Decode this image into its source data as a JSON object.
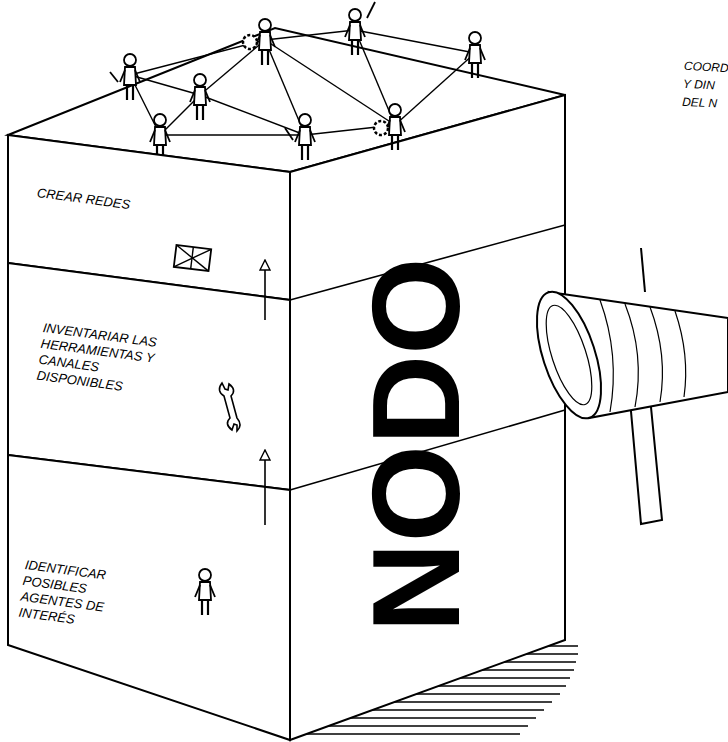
{
  "diagram": {
    "nodes": [
      {
        "text": [
          "CREAR REDES"
        ]
      },
      {
        "text": [
          "INVENTARIAR LAS HERRAMIENTAS Y CANALES DISPONIBLES"
        ]
      },
      {
        "text": [
          "IDENTIFICAR POSIBLES AGENTES DE INTERÉS"
        ]
      }
    ],
    "edges": [
      {
        "from": 2,
        "to": 1,
        "arrow": "to"
      },
      {
        "from": 1,
        "to": 0,
        "arrow": "to"
      }
    ],
    "labels": [
      "NODO",
      "COORD Y DIN DEL N"
    ]
  }
}
